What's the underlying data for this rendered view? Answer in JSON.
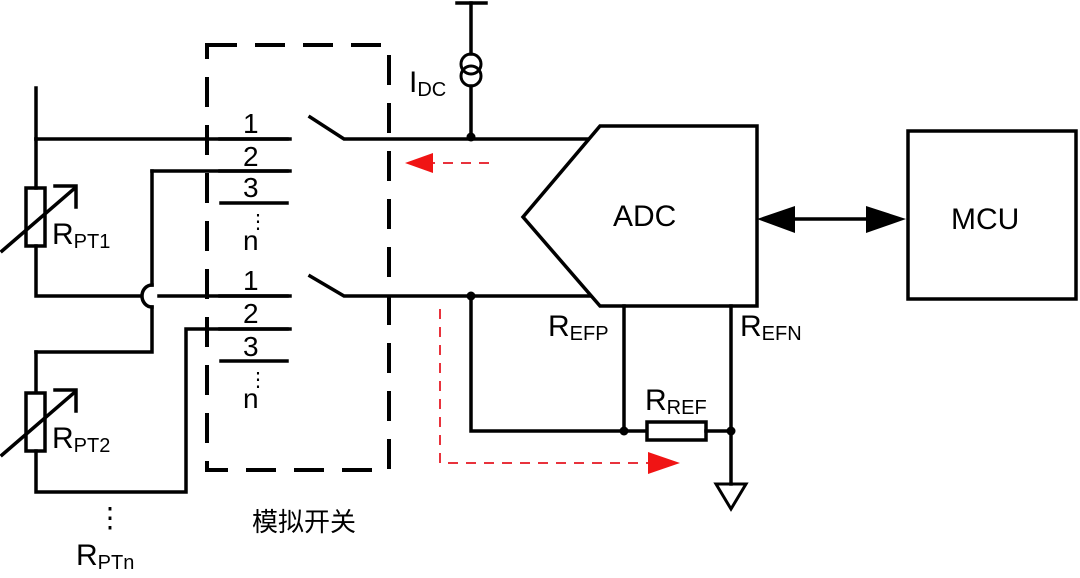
{
  "colors": {
    "line": "#000000",
    "current_path": "#f01414",
    "background": "#ffffff"
  },
  "blocks": {
    "adc": {
      "label": "ADC"
    },
    "mcu": {
      "label": "MCU"
    }
  },
  "analog_switch": {
    "label": "模拟开关",
    "group1_channels": [
      "1",
      "2",
      "3",
      "n"
    ],
    "group2_channels": [
      "1",
      "2",
      "3",
      "n"
    ]
  },
  "sensors": [
    {
      "main": "R",
      "sub": "PT1"
    },
    {
      "main": "R",
      "sub": "PT2"
    },
    {
      "main": "R",
      "sub": "PTn"
    }
  ],
  "current_source": {
    "main": "I",
    "sub": "DC"
  },
  "reference": {
    "refp": {
      "main": "R",
      "sub": "EFP"
    },
    "refn": {
      "main": "R",
      "sub": "EFN"
    },
    "rref": {
      "main": "R",
      "sub": "REF"
    }
  },
  "ellipsis": "⋮",
  "connection": {
    "adc_mcu": "bidirectional"
  }
}
